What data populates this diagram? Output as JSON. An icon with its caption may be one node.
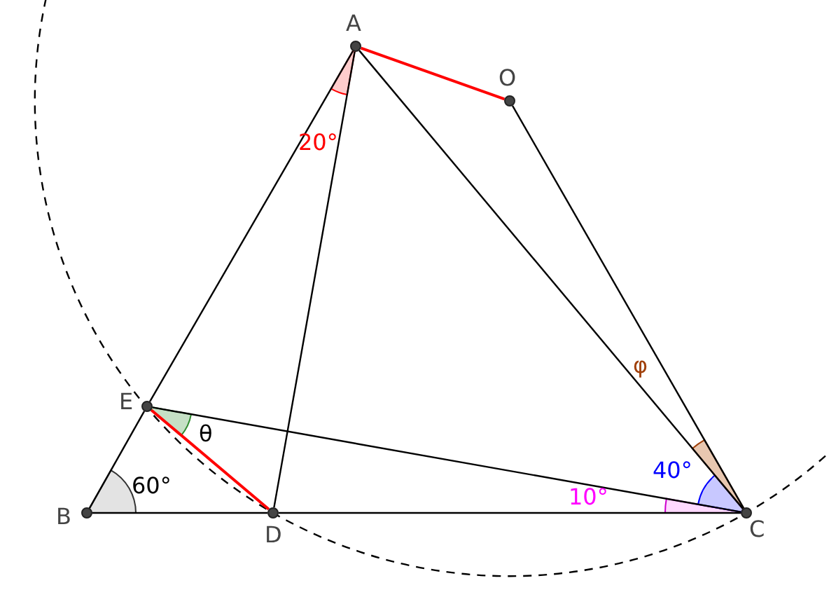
{
  "diagram": {
    "nodes": [
      {
        "text": [
          "A"
        ]
      },
      {
        "text": [
          "O"
        ]
      },
      {
        "text": [
          "E"
        ]
      },
      {
        "text": [
          "B"
        ]
      },
      {
        "text": [
          "D"
        ]
      },
      {
        "text": [
          "C"
        ]
      }
    ],
    "edges": [
      {
        "from": 0,
        "to": 1,
        "arrow": "none",
        "color": "#ff0000"
      },
      {
        "from": 0,
        "to": 2,
        "arrow": "none"
      },
      {
        "from": 2,
        "to": 3,
        "arrow": "none"
      },
      {
        "from": 0,
        "to": 4,
        "arrow": "none"
      },
      {
        "from": 0,
        "to": 5,
        "arrow": "none"
      },
      {
        "from": 1,
        "to": 5,
        "arrow": "none"
      },
      {
        "from": 2,
        "to": 5,
        "arrow": "none"
      },
      {
        "from": 2,
        "to": 4,
        "arrow": "none",
        "color": "#ff0000"
      },
      {
        "from": 3,
        "to": 4,
        "arrow": "none"
      },
      {
        "from": 4,
        "to": 5,
        "arrow": "none"
      }
    ],
    "labels": [
      "20°",
      "φ",
      "θ",
      "40°",
      "60°",
      "10°"
    ]
  }
}
